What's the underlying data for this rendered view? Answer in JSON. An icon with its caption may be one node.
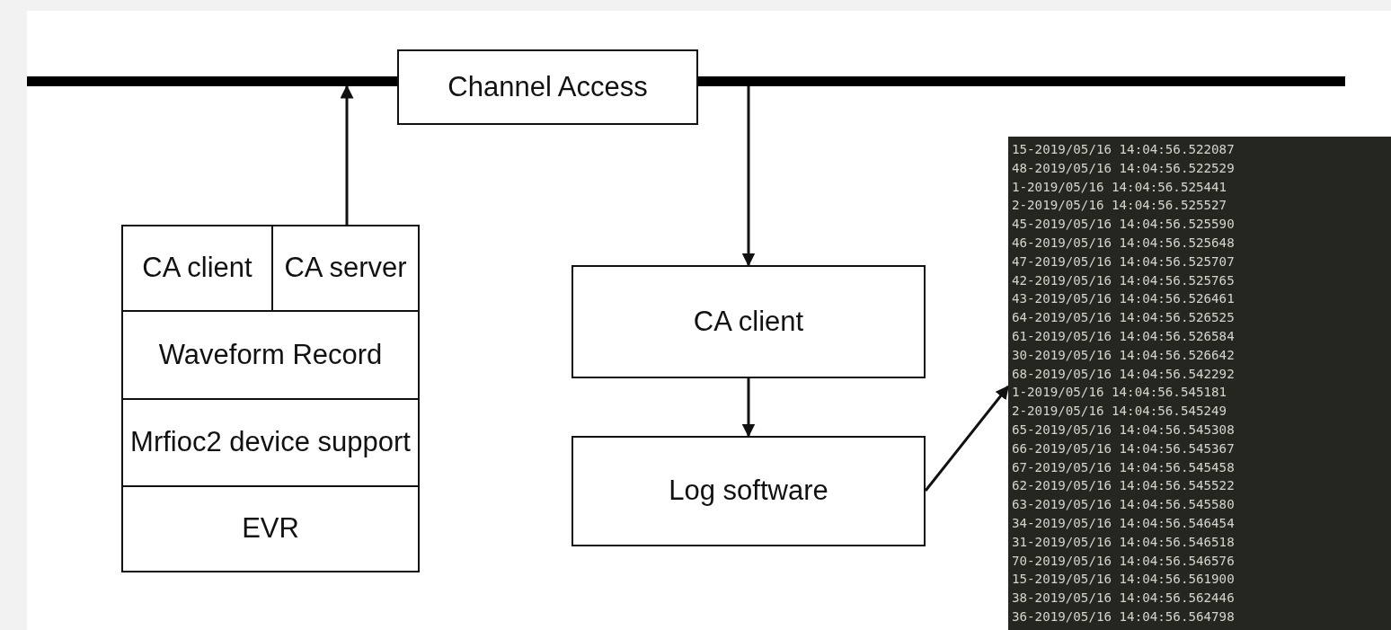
{
  "diagram": {
    "nodes": [
      {
        "text": [],
        "shape": "bar"
      },
      {
        "text": [
          "Channel Access"
        ]
      },
      {
        "text": [],
        "shape": "bar"
      },
      {
        "text": [
          "CA client"
        ]
      },
      {
        "text": [
          "CA server"
        ]
      },
      {
        "text": [
          "Waveform Record"
        ]
      },
      {
        "text": [
          "Mrfioc2 device support"
        ]
      },
      {
        "text": [
          "EVR"
        ]
      },
      {
        "text": [
          "CA client"
        ]
      },
      {
        "text": [
          "Log software"
        ]
      },
      {
        "text": [
          "15-2019/05/16 14:04:56.522087",
          "48-2019/05/16 14:04:56.522529",
          "1-2019/05/16 14:04:56.525441",
          "2-2019/05/16 14:04:56.525527",
          "45-2019/05/16 14:04:56.525590",
          "46-2019/05/16 14:04:56.525648",
          "47-2019/05/16 14:04:56.525707",
          "42-2019/05/16 14:04:56.525765",
          "43-2019/05/16 14:04:56.526461",
          "64-2019/05/16 14:04:56.526525",
          "61-2019/05/16 14:04:56.526584",
          "30-2019/05/16 14:04:56.526642",
          "68-2019/05/16 14:04:56.542292",
          "1-2019/05/16 14:04:56.545181",
          "2-2019/05/16 14:04:56.545249",
          "65-2019/05/16 14:04:56.545308",
          "66-2019/05/16 14:04:56.545367",
          "67-2019/05/16 14:04:56.545458",
          "62-2019/05/16 14:04:56.545522",
          "63-2019/05/16 14:04:56.545580",
          "34-2019/05/16 14:04:56.546454",
          "31-2019/05/16 14:04:56.546518",
          "70-2019/05/16 14:04:56.546576",
          "15-2019/05/16 14:04:56.561900",
          "38-2019/05/16 14:04:56.562446",
          "36-2019/05/16 14:04:56.564798"
        ]
      }
    ],
    "edges": [
      {
        "from": 4,
        "to": 0,
        "arrow": "to"
      },
      {
        "from": 2,
        "to": 8,
        "arrow": "to"
      },
      {
        "from": 8,
        "to": 9,
        "arrow": "to"
      },
      {
        "from": 9,
        "to": 10,
        "arrow": "to"
      }
    ]
  }
}
